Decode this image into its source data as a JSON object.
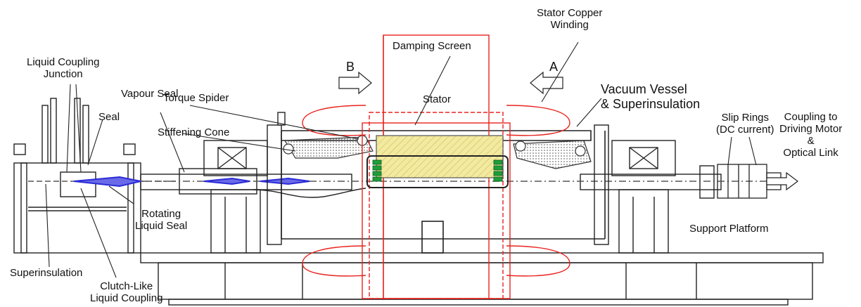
{
  "labels": {
    "liquid_coupling_junction": "Liquid Coupling\nJunction",
    "seal": "Seal",
    "vapour_seal": "Vapour Seal",
    "torque_spider": "Torque Spider",
    "stiffening_cone": "Stiffening Cone",
    "damping_screen": "Damping Screen",
    "stator": "Stator",
    "stator_copper_winding": "Stator Copper\nWinding",
    "vacuum_vessel": "Vacuum Vessel\n& Superinsulation",
    "slip_rings": "Slip Rings\n(DC current)",
    "coupling_to_driving_motor": "Coupling to\nDriving Motor\n&\nOptical Link",
    "rotating_liquid_seal": "Rotating\nLiquid Seal",
    "support_platform": "Support Platform",
    "superinsulation": "Superinsulation",
    "clutch_like_liquid_coupling": "Clutch-Like\nLiquid Coupling",
    "section_b": "B",
    "section_a": "A"
  },
  "colors": {
    "stator_outline": "#e8231e",
    "winding_green": "#1f9e3a",
    "coupling_blue": "#2b2bd6",
    "damping_fill": "#f2eaa0"
  }
}
